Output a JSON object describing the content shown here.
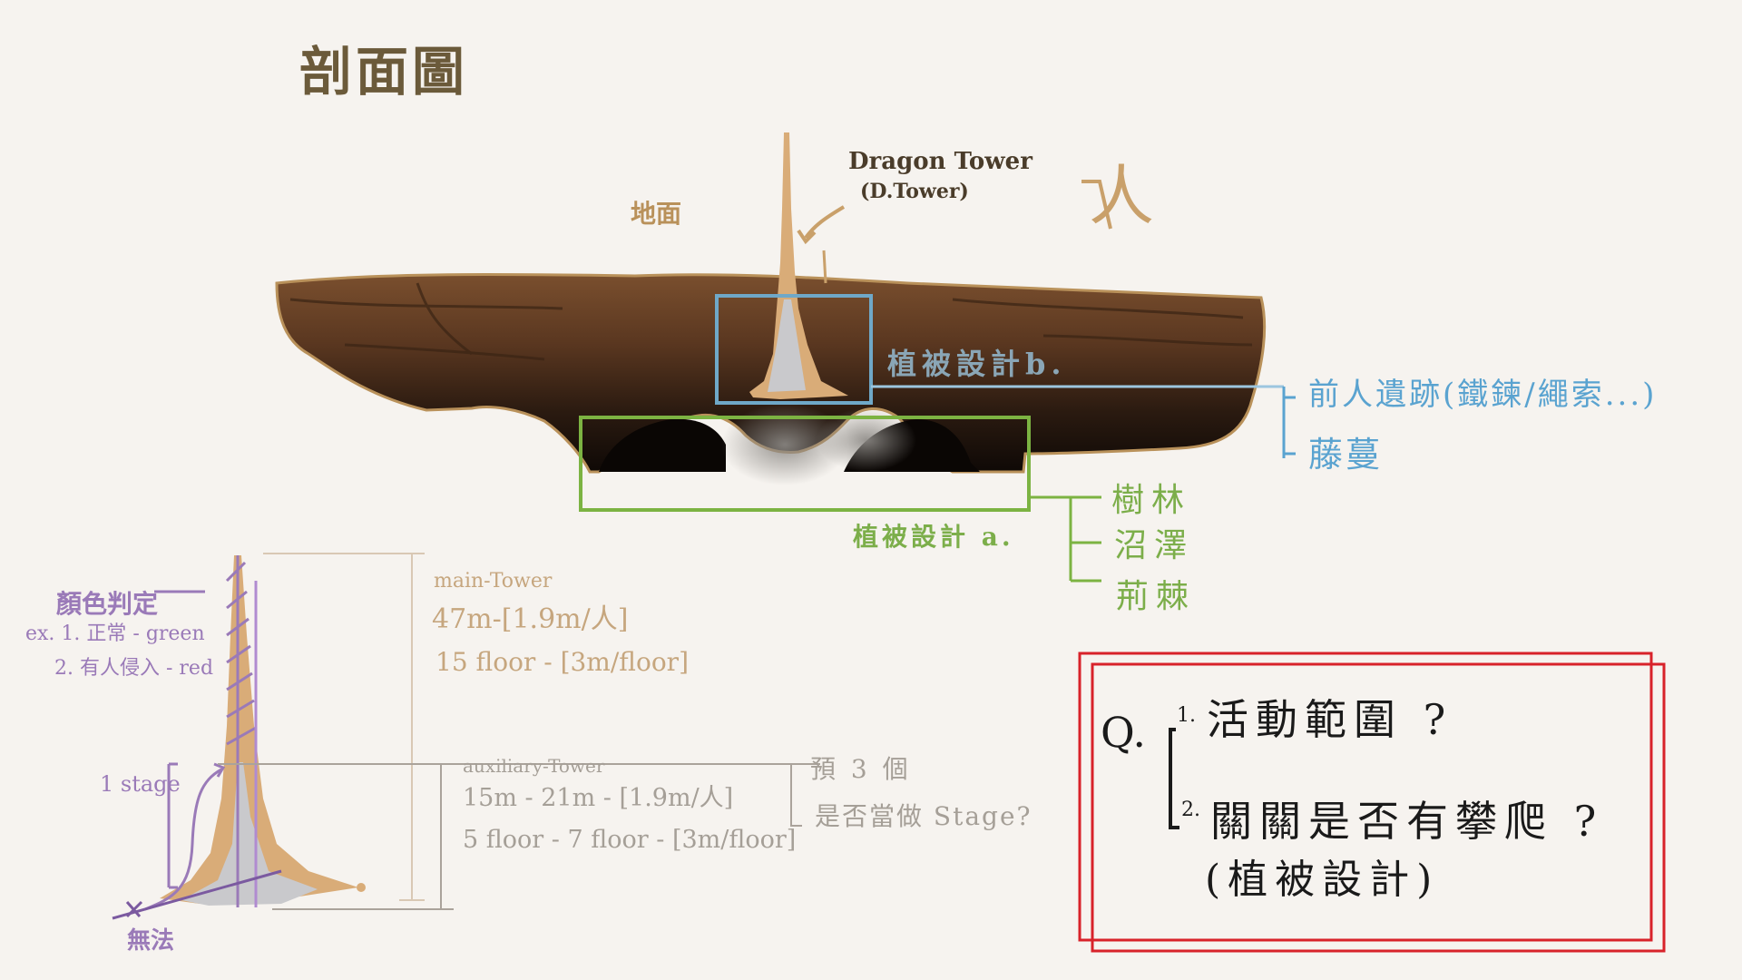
{
  "title": "剖面圖",
  "section": {
    "dragon_tower": "Dragon Tower",
    "dragon_tower_short": "(D.Tower)",
    "ground": "地面",
    "person": "人",
    "vegetation_b": "植被設計b.",
    "vegetation_a": "植被設計 a.",
    "vegetation_b_items": [
      "前人遺跡(鐵鍊/繩索...)",
      "藤蔓"
    ],
    "vegetation_a_items": [
      "樹林",
      "沼澤",
      "荊棘"
    ]
  },
  "tower_detail": {
    "color_judgement": {
      "label": "顏色判定",
      "ex1": "ex. 1. 正常 - green",
      "ex2": "2. 有人侵入 - red"
    },
    "stage_label": "1 stage",
    "unable_label": "無法",
    "main_tower": {
      "name": "main-Tower",
      "height": "47m-[1.9m/人]",
      "floors": "15 floor - [3m/floor]"
    },
    "auxiliary_tower": {
      "name": "auxiliary-Tower",
      "height": "15m - 21m - [1.9m/人]",
      "floors": "5 floor - 7 floor - [3m/floor]",
      "note_1": "預 3 個",
      "note_2": "是否當做 Stage?"
    }
  },
  "questions": {
    "prefix": "Q.",
    "q1_number": "1.",
    "q1": "活動範圍 ?",
    "q2_number": "2.",
    "q2": "關關是否有攀爬 ?",
    "q2_note": "(植被設計)"
  },
  "colors": {
    "earth_dark": "#2a1a10",
    "earth_brown": "#6b4226",
    "tower_tan": "#d9ac78",
    "tower_grey": "#c9c9cc",
    "blue_box": "#6fa8c8",
    "green_box": "#7cb342",
    "red_box": "#d8222a",
    "purple": "#9a7ab8"
  }
}
